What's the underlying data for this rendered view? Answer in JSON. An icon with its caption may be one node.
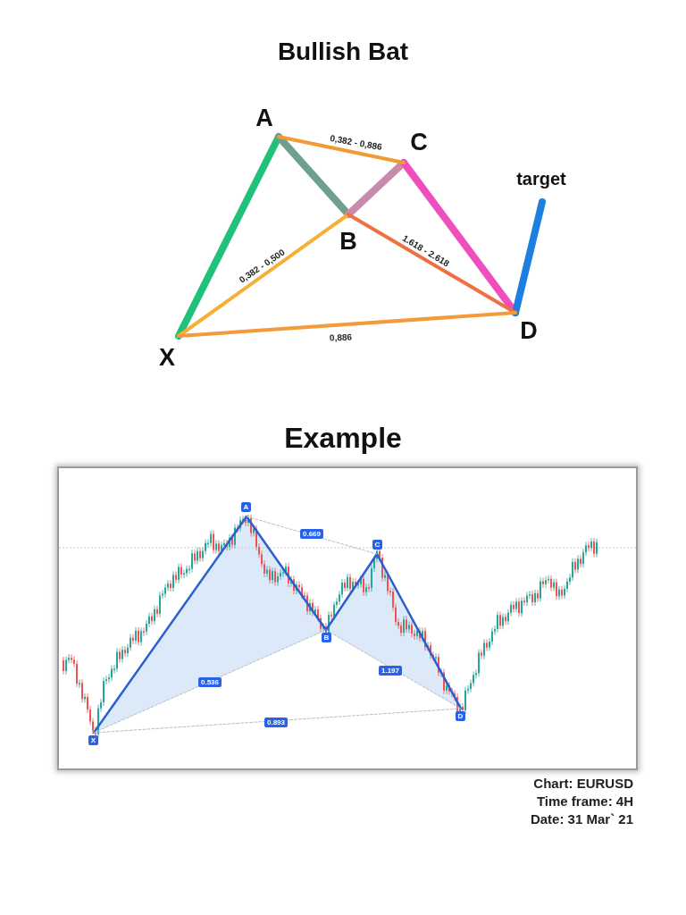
{
  "diagram": {
    "title": "Bullish Bat",
    "nodes": [
      {
        "text": [
          "X"
        ]
      },
      {
        "text": [
          "A"
        ]
      },
      {
        "text": [
          "B"
        ]
      },
      {
        "text": [
          "C"
        ]
      },
      {
        "text": [
          "D"
        ]
      },
      {
        "text": [
          "target"
        ]
      },
      {
        "text": [],
        "shape": "picture"
      },
      {
        "text": [
          "X"
        ],
        "in": 6
      },
      {
        "text": [
          "A"
        ],
        "in": 6
      },
      {
        "text": [
          "B"
        ],
        "in": 6
      },
      {
        "text": [
          "C"
        ],
        "in": 6
      },
      {
        "text": [
          "D"
        ],
        "in": 6
      }
    ],
    "edges": [
      {
        "from": 0,
        "to": 1,
        "arrow": "none",
        "style": "thick",
        "color": "#22c17a"
      },
      {
        "from": 1,
        "to": 2,
        "arrow": "none",
        "style": "thick",
        "color": "#6f9f8f"
      },
      {
        "from": 2,
        "to": 3,
        "arrow": "none",
        "style": "thick",
        "color": "#c98bab"
      },
      {
        "from": 3,
        "to": 4,
        "arrow": "none",
        "style": "thick",
        "color": "#f04dbd"
      },
      {
        "from": 4,
        "to": 5,
        "arrow": "none",
        "style": "thick",
        "color": "#1f7fe0"
      },
      {
        "from": 1,
        "to": 3,
        "arrow": "none",
        "label": "0,382 - 0,886",
        "color": "#f39a35"
      },
      {
        "from": 0,
        "to": 2,
        "arrow": "none",
        "label": "0,382 - 0,500",
        "color": "#f5b035"
      },
      {
        "from": 2,
        "to": 4,
        "arrow": "none",
        "label": "1.618 - 2.618",
        "color": "#ef7040"
      },
      {
        "from": 0,
        "to": 4,
        "arrow": "none",
        "label": "0,886",
        "color": "#f59a3a"
      },
      {
        "from": 7,
        "to": 8,
        "arrow": "none",
        "color": "#2b5fcf"
      },
      {
        "from": 8,
        "to": 9,
        "arrow": "none",
        "color": "#2b5fcf"
      },
      {
        "from": 9,
        "to": 10,
        "arrow": "none",
        "color": "#2b5fcf"
      },
      {
        "from": 10,
        "to": 11,
        "arrow": "none",
        "color": "#2b5fcf"
      },
      {
        "from": 8,
        "to": 10,
        "arrow": "none",
        "label": "0.669",
        "style": "dashed",
        "color": "#b8bcc8"
      },
      {
        "from": 7,
        "to": 9,
        "arrow": "none",
        "label": "0.536",
        "style": "dashed",
        "color": "#b8bcc8"
      },
      {
        "from": 9,
        "to": 11,
        "arrow": "none",
        "label": "1.197",
        "style": "dashed",
        "color": "#b8bcc8"
      },
      {
        "from": 7,
        "to": 11,
        "arrow": "none",
        "label": "0.893",
        "style": "dashed",
        "color": "#b8bcc8"
      }
    ],
    "labels": [
      "Example",
      "Chart: EURUSD",
      "Time frame: 4H",
      "Date: 31 Mar` 21"
    ]
  }
}
